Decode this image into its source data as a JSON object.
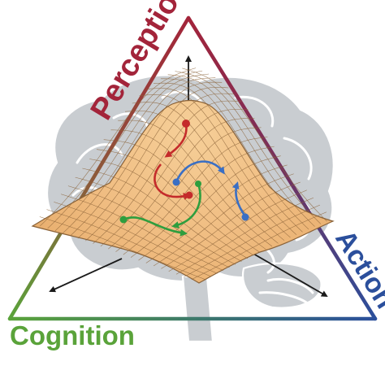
{
  "labels": {
    "perception": "Perception",
    "action": "Action",
    "cognition": "Cognition"
  },
  "colors": {
    "perception": "#a3243a",
    "action": "#2b4f9c",
    "cognition": "#5aa33a",
    "surface": "#f3c48c",
    "mesh": "#8a6238",
    "brain": "#c9cdd1",
    "axis_arrow": "#1a1a1a",
    "trajectory_red": "#c42b2b",
    "trajectory_blue": "#3a6fc4",
    "trajectory_green": "#2e9e3e"
  },
  "icons": {
    "background": "brain-icon"
  }
}
